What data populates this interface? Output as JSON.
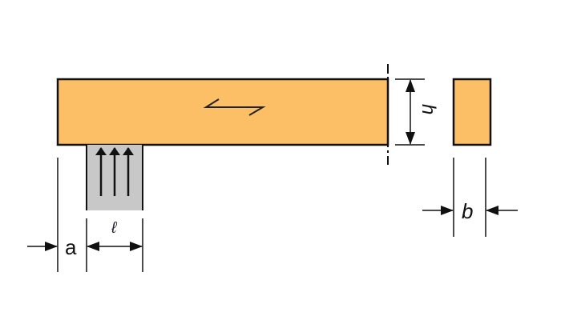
{
  "labels": {
    "a": "a",
    "l": "ℓ",
    "h": "h",
    "b": "b"
  },
  "colors": {
    "beam": "#FDBF66",
    "support": "#C8C8C8",
    "stroke": "#111111"
  }
}
